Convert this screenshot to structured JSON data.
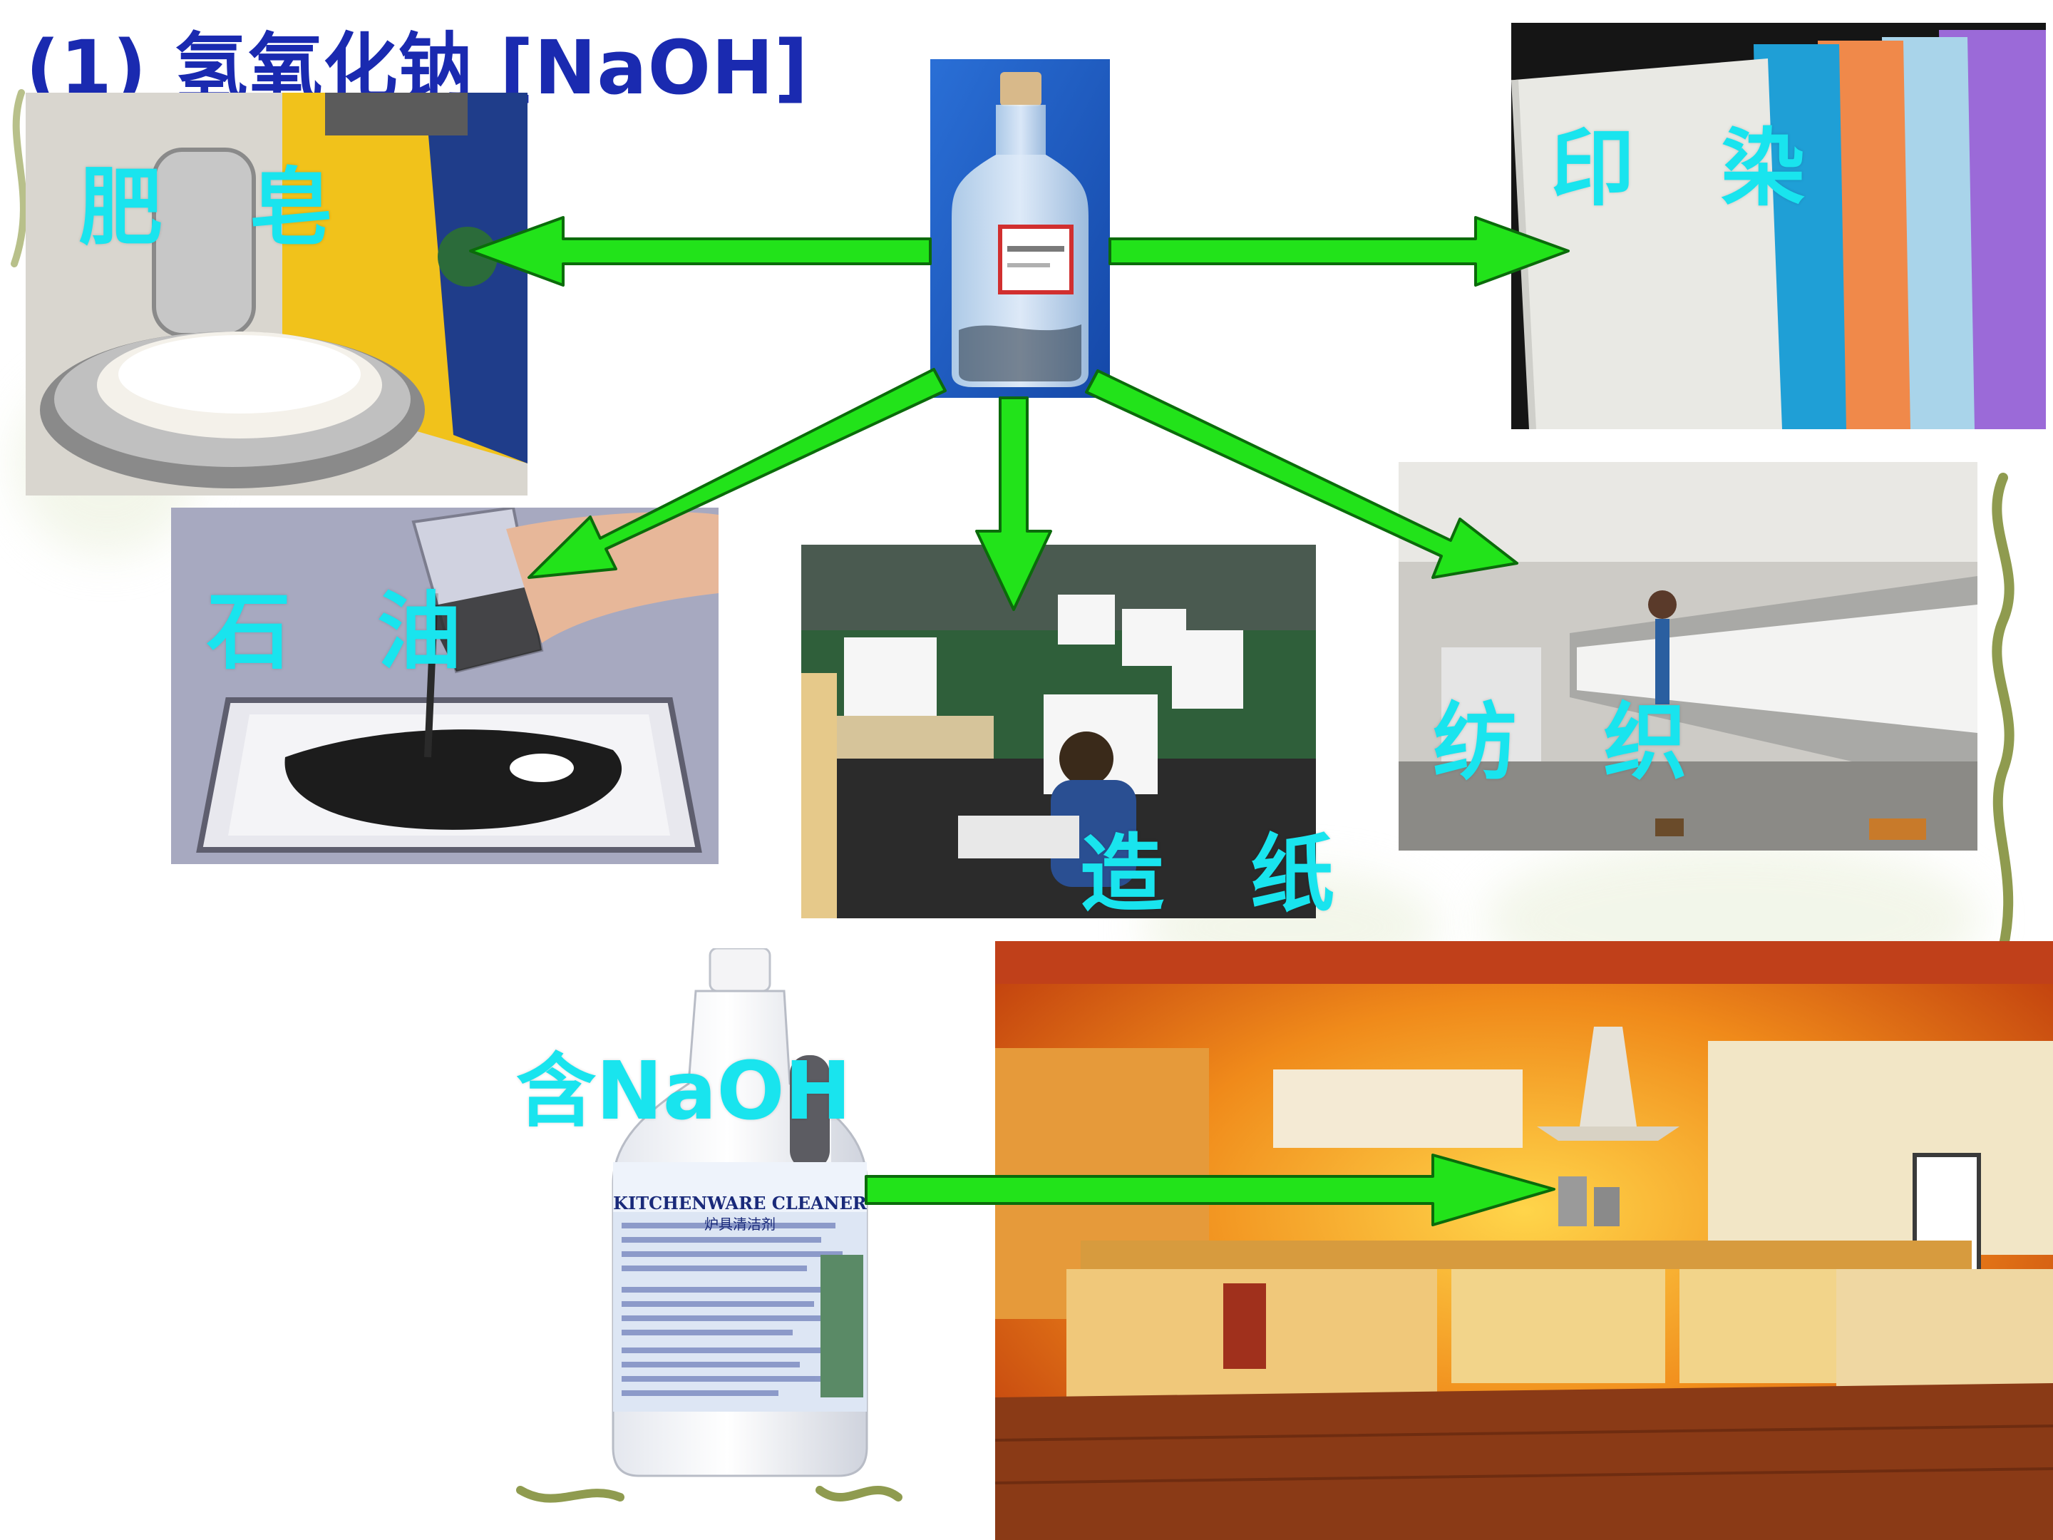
{
  "title": "(1) 氢氧化钠 [NaOH]",
  "center": {
    "icon": "naoh-reagent-bottle-icon"
  },
  "uses": {
    "soap": {
      "label": "肥 皂",
      "icon": "soap-dish-icon"
    },
    "dyeing": {
      "label": "印 染",
      "icon": "dyed-fabric-icon"
    },
    "petroleum": {
      "label": "石 油",
      "icon": "oil-beaker-icon"
    },
    "papermaking": {
      "label": "造 纸",
      "icon": "paper-factory-icon"
    },
    "textile": {
      "label": "纺 织",
      "icon": "spinning-mill-icon"
    }
  },
  "cleaner": {
    "label": "含NaOH",
    "product_title": "KITCHENWARE CLEANER",
    "product_subtitle": "炉具清洁剂",
    "icon": "cleaner-bottle-icon"
  },
  "kitchen": {
    "icon": "kitchen-interior-icon"
  },
  "colors": {
    "arrow_green": "#22e31a",
    "label_cyan": "#19e4ee",
    "title_blue": "#1a2ab0"
  }
}
